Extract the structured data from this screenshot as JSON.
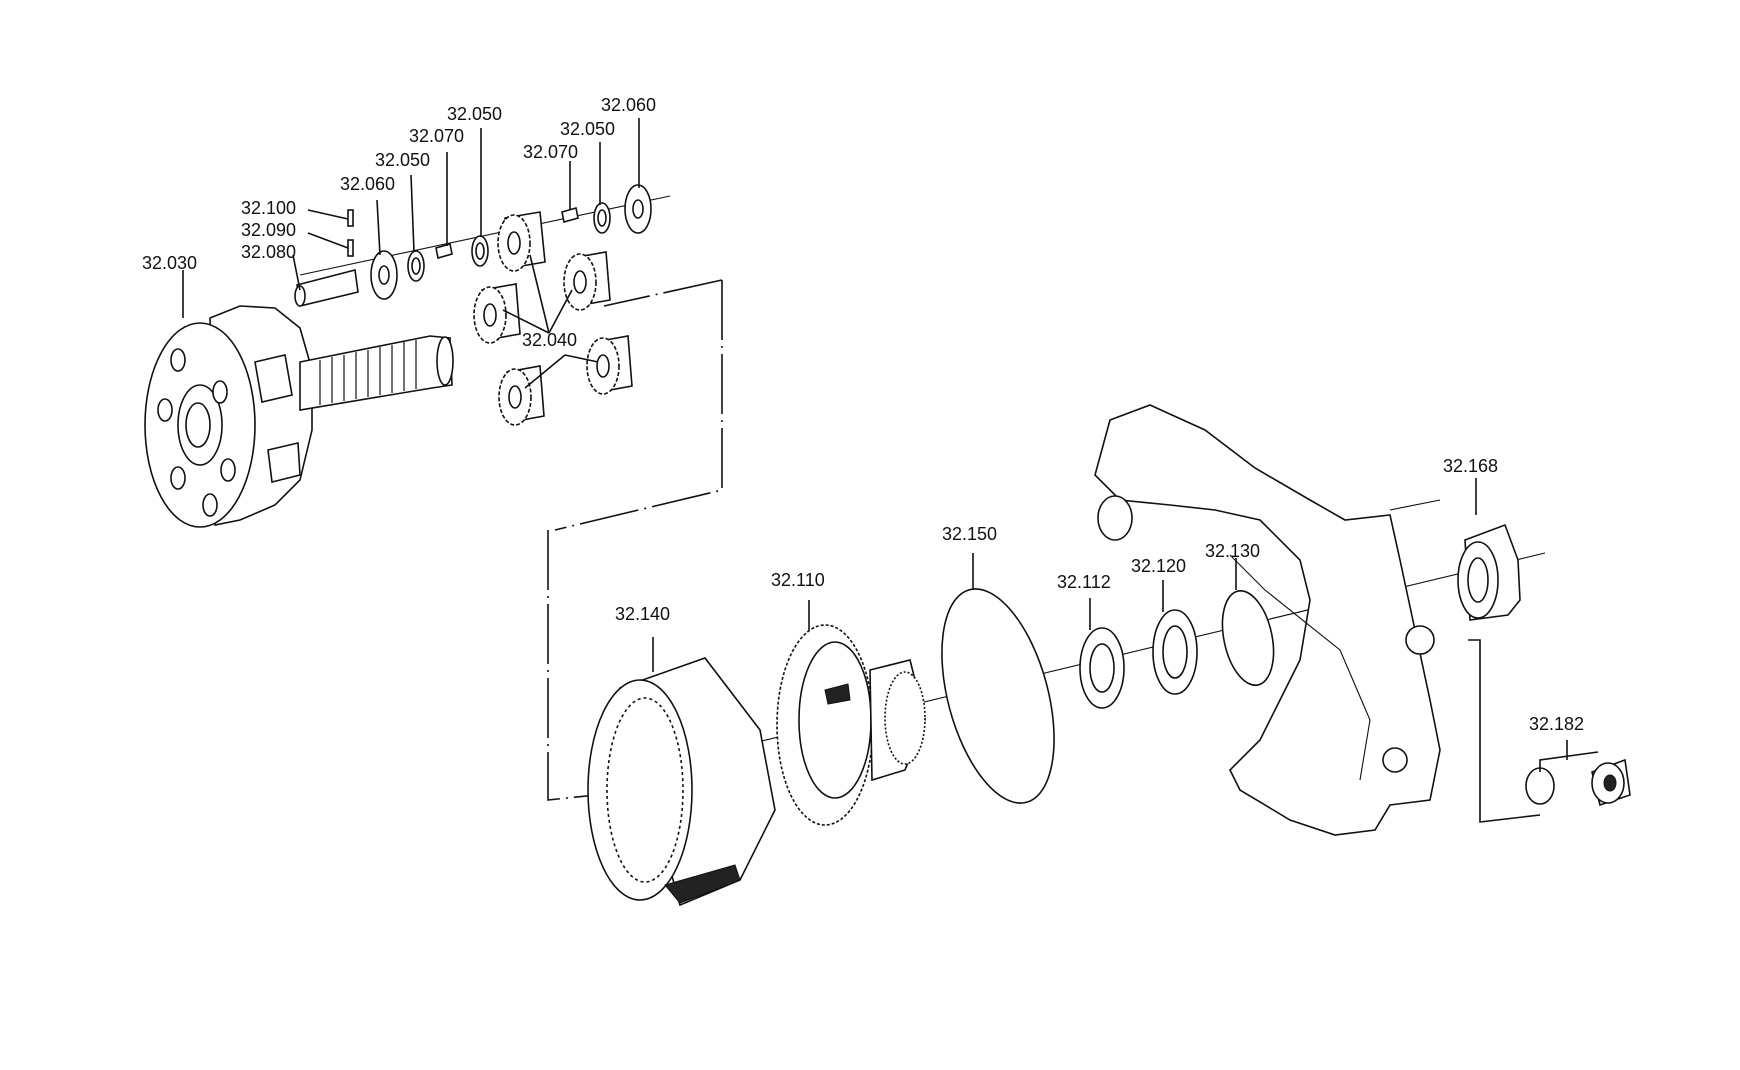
{
  "diagram": {
    "parts": {
      "p32030": "32.030",
      "p32040": "32.040",
      "p32050a": "32.050",
      "p32050b": "32.050",
      "p32050c": "32.050",
      "p32060a": "32.060",
      "p32060b": "32.060",
      "p32070a": "32.070",
      "p32070b": "32.070",
      "p32080": "32.080",
      "p32090": "32.090",
      "p32100": "32.100",
      "p32110": "32.110",
      "p32112": "32.112",
      "p32120": "32.120",
      "p32130": "32.130",
      "p32140": "32.140",
      "p32150": "32.150",
      "p32168": "32.168",
      "p32182": "32.182"
    }
  }
}
